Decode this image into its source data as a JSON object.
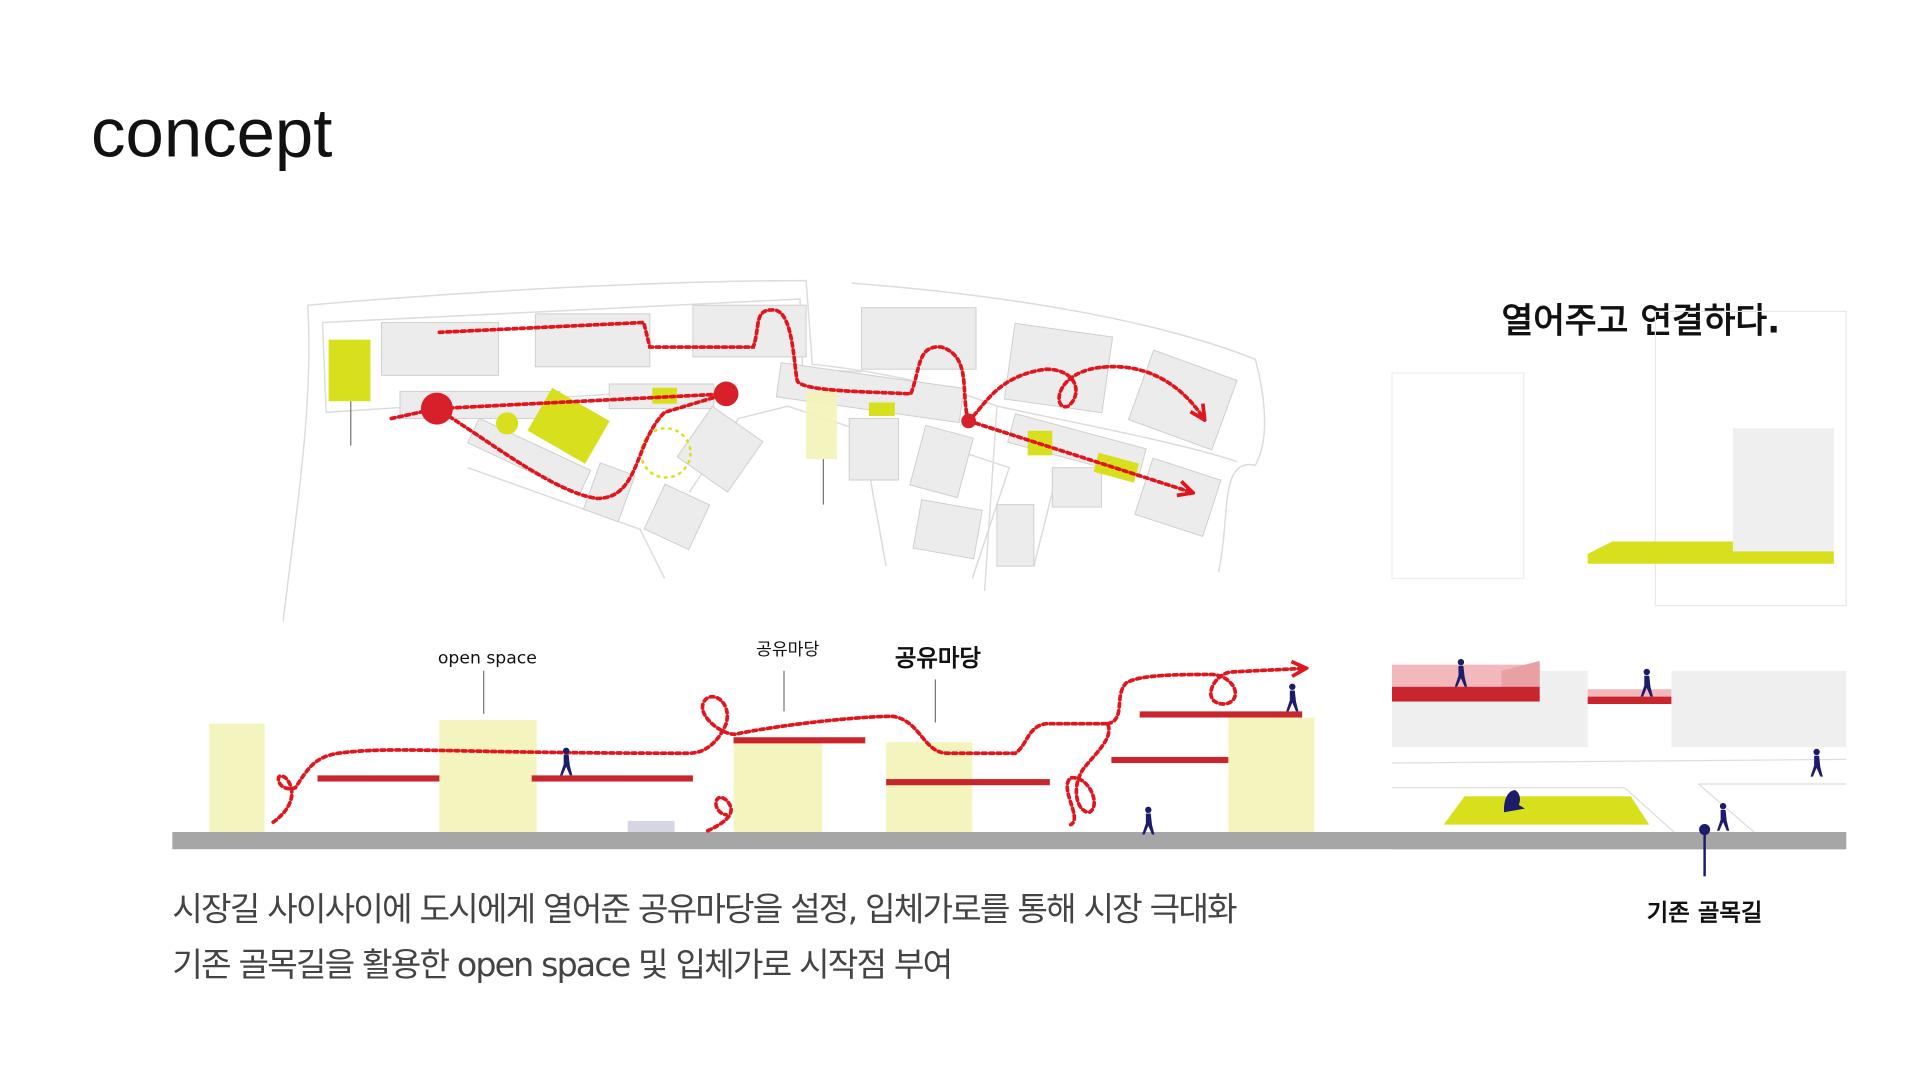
{
  "title": "concept",
  "headline": "열어주고 연결하다.",
  "section_labels": {
    "open_space": "open space",
    "shared_yard_small": "공유마당",
    "shared_yard_bold": "공유마당",
    "existing_alley": "기존 골목길"
  },
  "description": [
    "시장길 사이사이에 도시에게 열어준 공유마당을 설정, 입체가로를 통해 시장 극대화",
    "기존 골목길을 활용한 open space 및 입체가로 시작점 부여"
  ],
  "colors": {
    "path_red": "#e0161e",
    "deck_red": "#c8262c",
    "lime": "#d8e01e",
    "pale_yellow": "#f3f3b8",
    "people": "#1c1c6b",
    "ground": "#a6a6a6"
  }
}
